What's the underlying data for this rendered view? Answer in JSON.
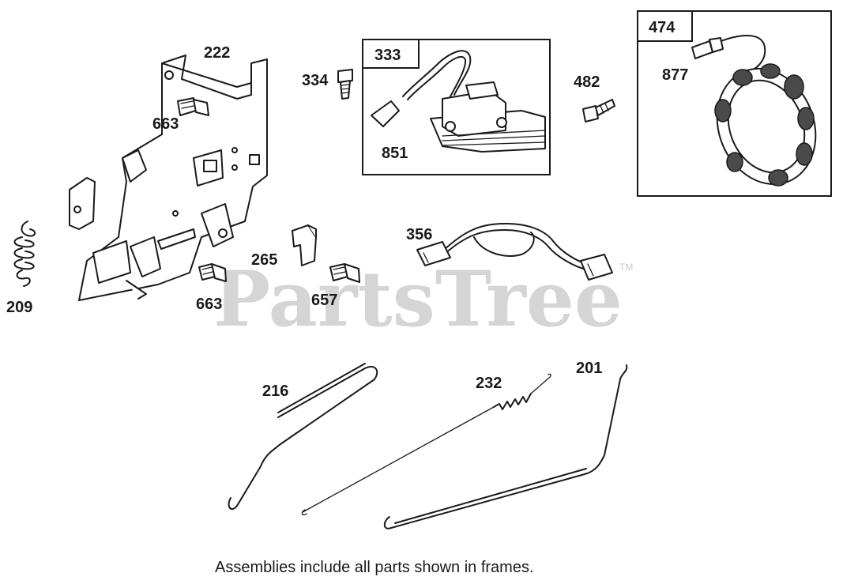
{
  "watermark": {
    "text": "PartsTree",
    "trademark": "TM"
  },
  "caption": "Assemblies include all parts shown in frames.",
  "frames": {
    "f333": {
      "label": "333"
    },
    "f474": {
      "label": "474"
    }
  },
  "parts": {
    "p222": "222",
    "p663a": "663",
    "p209": "209",
    "p265": "265",
    "p663b": "663",
    "p657": "657",
    "p334": "334",
    "p851": "851",
    "p482": "482",
    "p877": "877",
    "p356": "356",
    "p216": "216",
    "p232": "232",
    "p201": "201"
  }
}
